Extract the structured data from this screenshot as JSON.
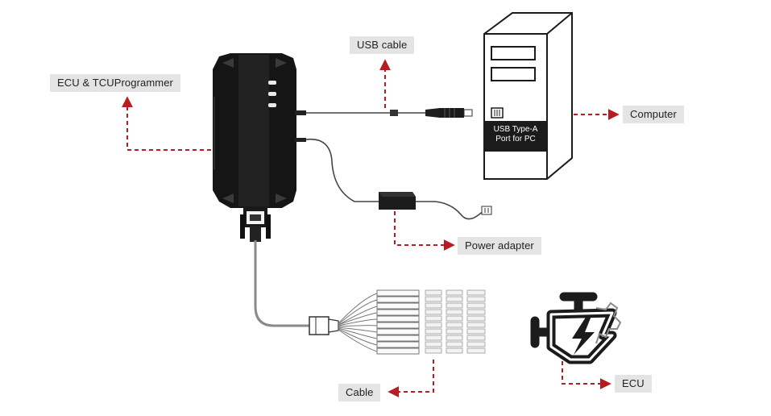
{
  "labels": {
    "programmer": "ECU & TCUProgrammer",
    "usb_cable": "USB cable",
    "computer": "Computer",
    "power_adapter": "Power adapter",
    "cable": "Cable",
    "ecu": "ECU"
  },
  "port_label": {
    "line1": "USB Type-A",
    "line2": "Port for PC"
  },
  "colors": {
    "arrow": "#b71c22",
    "label_bg": "#e4e4e4",
    "device": "#161616"
  },
  "icons": [
    "programmer-device",
    "tower-pc",
    "usb-cable",
    "power-adapter",
    "breakout-cable-harness",
    "engine-icon"
  ]
}
